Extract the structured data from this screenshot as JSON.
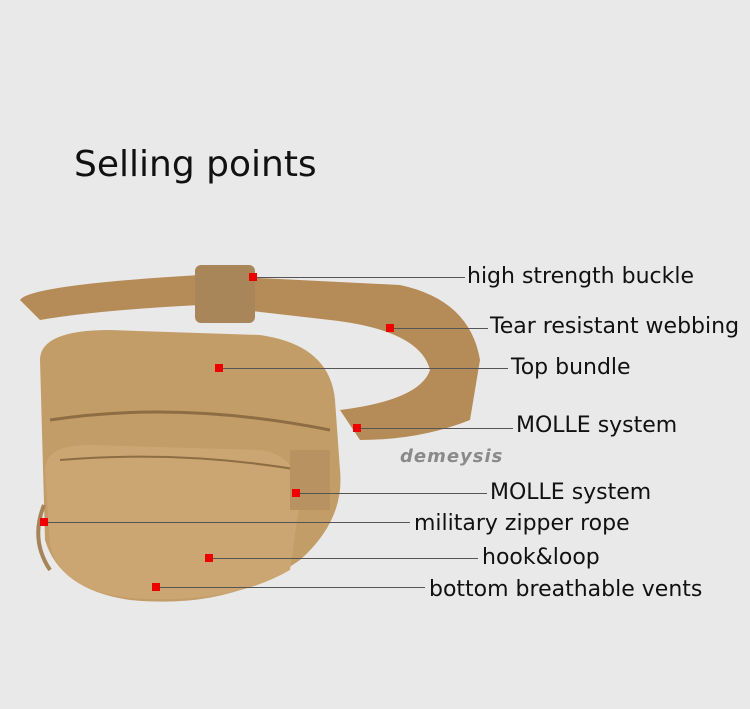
{
  "title": "Selling points",
  "watermark": "demeysis",
  "callouts": [
    {
      "label": "high strength buckle"
    },
    {
      "label": "Tear resistant webbing"
    },
    {
      "label": "Top bundle"
    },
    {
      "label": "MOLLE system"
    },
    {
      "label": "MOLLE system"
    },
    {
      "label": "military zipper rope"
    },
    {
      "label": "hook&loop"
    },
    {
      "label": "bottom breathable vents"
    }
  ],
  "colors": {
    "background": "#e9e9e9",
    "dot": "#ee0000",
    "bag": "#c19a63"
  }
}
